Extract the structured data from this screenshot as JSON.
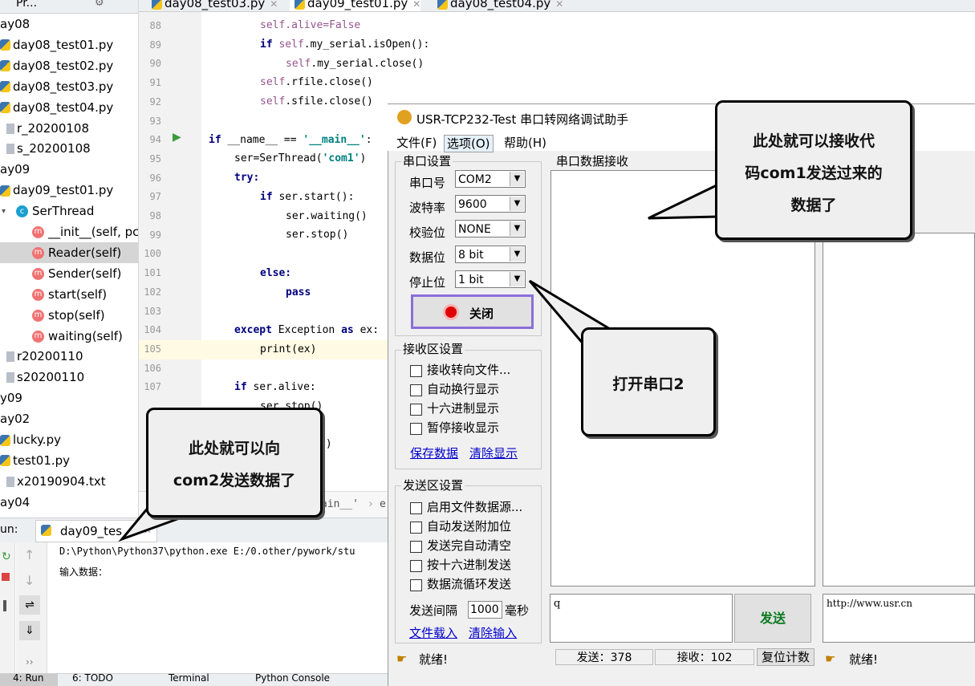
{
  "project_panel": {
    "header": "Pr...",
    "items": [
      {
        "label": "ay08",
        "type": "folder"
      },
      {
        "label": "day08_test01.py",
        "type": "py"
      },
      {
        "label": "day08_test02.py",
        "type": "py"
      },
      {
        "label": "day08_test03.py",
        "type": "py"
      },
      {
        "label": "day08_test04.py",
        "type": "py"
      },
      {
        "label": "r_20200108",
        "type": "file"
      },
      {
        "label": "s_20200108",
        "type": "file"
      },
      {
        "label": "ay09",
        "type": "folder"
      },
      {
        "label": "day09_test01.py",
        "type": "py"
      },
      {
        "label": "SerThread",
        "type": "class"
      },
      {
        "label": "__init__(self, pc",
        "type": "method"
      },
      {
        "label": "Reader(self)",
        "type": "method",
        "selected": true
      },
      {
        "label": "Sender(self)",
        "type": "method"
      },
      {
        "label": "start(self)",
        "type": "method"
      },
      {
        "label": "stop(self)",
        "type": "method"
      },
      {
        "label": "waiting(self)",
        "type": "method"
      },
      {
        "label": "r20200110",
        "type": "file"
      },
      {
        "label": "s20200110",
        "type": "file"
      },
      {
        "label": "y09",
        "type": "folder"
      },
      {
        "label": "ay02",
        "type": "folder"
      },
      {
        "label": "lucky.py",
        "type": "py"
      },
      {
        "label": "test01.py",
        "type": "py"
      },
      {
        "label": "x20190904.txt",
        "type": "file"
      },
      {
        "label": "ay04",
        "type": "folder"
      }
    ]
  },
  "editor_tabs": [
    {
      "label": "day08_test03.py"
    },
    {
      "label": "day09_test01.py"
    },
    {
      "label": "day08_test04.py"
    }
  ],
  "code_lines": [
    {
      "n": "88"
    },
    {
      "n": "89"
    },
    {
      "n": "90"
    },
    {
      "n": "91"
    },
    {
      "n": "92"
    },
    {
      "n": "93"
    },
    {
      "n": "94"
    },
    {
      "n": "95"
    },
    {
      "n": "96"
    },
    {
      "n": "97"
    },
    {
      "n": "98"
    },
    {
      "n": "99"
    },
    {
      "n": "100"
    },
    {
      "n": "101"
    },
    {
      "n": "102"
    },
    {
      "n": "103"
    },
    {
      "n": "104"
    },
    {
      "n": "105"
    },
    {
      "n": "106"
    },
    {
      "n": "107"
    }
  ],
  "code": {
    "l88": "self.alive=False",
    "l89a": "if ",
    "l89b": "self",
    "l89c": ".my_serial.isOpen():",
    "l90a": "self",
    "l90b": ".my_serial.close()",
    "l91a": "self",
    "l91b": ".rfile.close()",
    "l92a": "self",
    "l92b": ".sfile.close()",
    "l94a": "if ",
    "l94b": "__name__ == ",
    "l94c": "'__main__'",
    "l94d": ":",
    "l95a": "ser=SerThread(",
    "l95b": "'com1'",
    "l95c": ")",
    "l96": "try:",
    "l97a": "if ",
    "l97b": "ser.start():",
    "l98": "ser.waiting()",
    "l99": "ser.stop()",
    "l101": "else:",
    "l102": "pass",
    "l104a": "except ",
    "l104b": "Exception ",
    "l104c": "as ",
    "l104d": "ex:",
    "l105": "print(ex)",
    "l107a": "if ",
    "l107b": "ser.alive:",
    "l108": "ser.stop()",
    "l109": "')",
    "crumb": "ain__'",
    "crumb2": "e"
  },
  "run_panel": {
    "label": "un:",
    "tab": "day09_tes",
    "line1": "D:\\Python\\Python37\\python.exe E:/0.other/pywork/stu",
    "line2": "输入数据："
  },
  "status_bar": {
    "items": [
      "4: Run",
      "6: TODO",
      "Terminal",
      "Python Console"
    ]
  },
  "app": {
    "title": "USR-TCP232-Test 串口转网络调试助手",
    "menu": [
      "文件(F)",
      "选项(O)",
      "帮助(H)"
    ],
    "serial_group": "串口设置",
    "fields": [
      {
        "label": "串口号",
        "value": "COM2"
      },
      {
        "label": "波特率",
        "value": "9600"
      },
      {
        "label": "校验位",
        "value": "NONE"
      },
      {
        "label": "数据位",
        "value": "8 bit"
      },
      {
        "label": "停止位",
        "value": "1 bit"
      }
    ],
    "close_button": "关闭",
    "recv_group": "接收区设置",
    "recv_options": [
      "接收转向文件...",
      "自动换行显示",
      "十六进制显示",
      "暂停接收显示"
    ],
    "recv_links": [
      "保存数据",
      "清除显示"
    ],
    "send_group": "发送区设置",
    "send_options": [
      "启用文件数据源...",
      "自动发送附加位",
      "发送完自动清空",
      "按十六进制发送",
      "数据流循环发送"
    ],
    "interval_label": "发送间隔",
    "interval_value": "1000",
    "interval_unit": "毫秒",
    "send_links": [
      "文件载入",
      "清除输入"
    ],
    "recv_area_title": "串口数据接收",
    "send_text": "q",
    "send_button": "发送",
    "net_text": "http://www.usr.cn",
    "status_ready": "就绪!",
    "status_sent": "发送：378",
    "status_recv": "接收：102",
    "reset_button": "复位计数",
    "status_ready2": "就绪!"
  },
  "callouts": {
    "top_right": [
      "此处就可以接收代",
      "码com1发送过来的",
      "数据了"
    ],
    "middle": [
      "打开串口2"
    ],
    "bottom_left": [
      "此处就可以向",
      "com2发送数据了"
    ]
  }
}
